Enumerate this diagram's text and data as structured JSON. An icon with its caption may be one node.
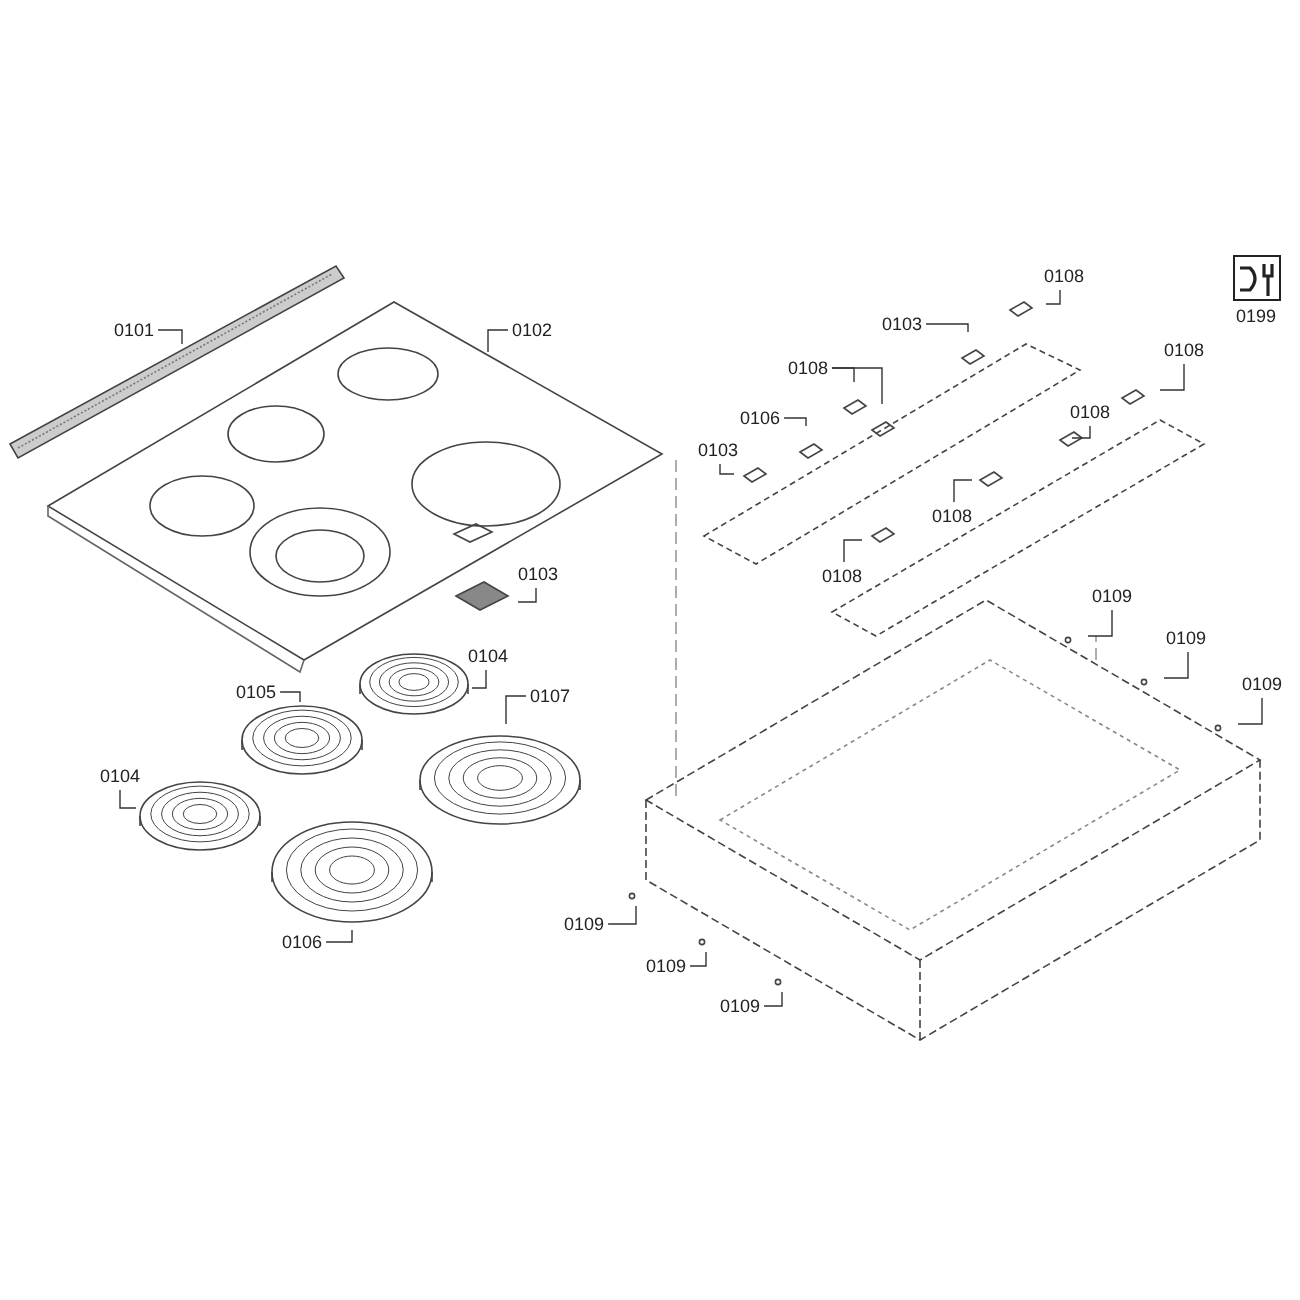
{
  "diagram": {
    "nodes": [
      {
        "text": [
          "0101"
        ]
      },
      {
        "text": [
          "0102"
        ]
      },
      {
        "text": [
          "0103"
        ]
      },
      {
        "text": [
          "0104"
        ]
      },
      {
        "text": [
          "0105"
        ]
      },
      {
        "text": [
          "0107"
        ]
      },
      {
        "text": [
          "0104"
        ]
      },
      {
        "text": [
          "0106"
        ]
      },
      {
        "text": [
          "0108"
        ]
      },
      {
        "text": [
          "0103"
        ]
      },
      {
        "text": [
          "0108"
        ]
      },
      {
        "text": [
          "0106"
        ]
      },
      {
        "text": [
          "0103"
        ]
      },
      {
        "text": [
          "0108"
        ]
      },
      {
        "text": [
          "0108"
        ]
      },
      {
        "text": [
          "0108"
        ]
      },
      {
        "text": [
          "0108"
        ]
      },
      {
        "text": [
          "0109"
        ]
      },
      {
        "text": [
          "0109"
        ]
      },
      {
        "text": [
          "0109"
        ]
      },
      {
        "text": [
          "0109"
        ]
      },
      {
        "text": [
          "0109"
        ]
      },
      {
        "text": [
          "0109"
        ]
      }
    ],
    "edges": [
      {
        "from": 0,
        "to": null,
        "arrow": "none"
      },
      {
        "from": 1,
        "to": null,
        "arrow": "none"
      },
      {
        "from": 2,
        "to": null,
        "arrow": "none"
      },
      {
        "from": 3,
        "to": null,
        "arrow": "none"
      },
      {
        "from": 4,
        "to": null,
        "arrow": "none"
      },
      {
        "from": 5,
        "to": null,
        "arrow": "none"
      },
      {
        "from": 6,
        "to": null,
        "arrow": "none"
      },
      {
        "from": 7,
        "to": null,
        "arrow": "none"
      },
      {
        "from": 8,
        "to": null,
        "arrow": "none"
      },
      {
        "from": 9,
        "to": null,
        "arrow": "none"
      },
      {
        "from": 10,
        "to": null,
        "arrow": "none"
      },
      {
        "from": 10,
        "to": null,
        "arrow": "none"
      },
      {
        "from": 11,
        "to": null,
        "arrow": "none"
      },
      {
        "from": 12,
        "to": null,
        "arrow": "none"
      },
      {
        "from": 13,
        "to": null,
        "arrow": "none"
      },
      {
        "from": 14,
        "to": null,
        "arrow": "none"
      },
      {
        "from": 15,
        "to": null,
        "arrow": "none"
      },
      {
        "from": 16,
        "to": null,
        "arrow": "none"
      },
      {
        "from": 17,
        "to": null,
        "arrow": "none"
      },
      {
        "from": 18,
        "to": null,
        "arrow": "none"
      },
      {
        "from": 19,
        "to": null,
        "arrow": "none"
      },
      {
        "from": 20,
        "to": null,
        "arrow": "none"
      },
      {
        "from": 21,
        "to": null,
        "arrow": "none"
      },
      {
        "from": 22,
        "to": null,
        "arrow": "none"
      }
    ],
    "labels": [
      "0199"
    ]
  }
}
